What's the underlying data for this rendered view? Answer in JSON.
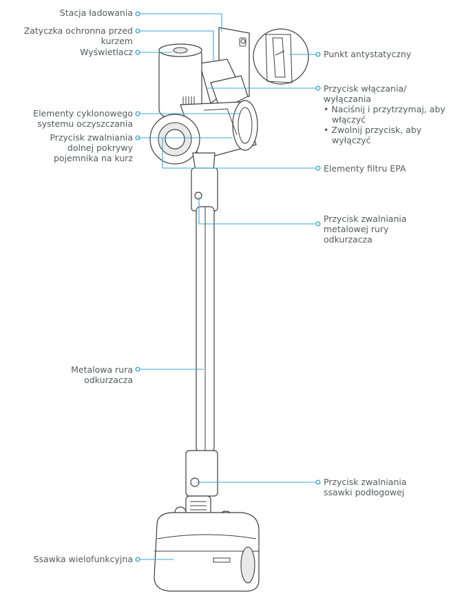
{
  "callouts": {
    "docking_station": [
      "Stacja ładowania"
    ],
    "dust_plug": [
      "Zatyczka ochronna przed",
      "kurzem"
    ],
    "display": [
      "Wyświetlacz"
    ],
    "cyclone": [
      "Elementy cyklonowego",
      "systemu oczyszczania"
    ],
    "dust_cup_release": [
      "Przycisk zwalniania",
      "dolnej pokrywy",
      "pojemnika na kurz"
    ],
    "antistatic": [
      "Punkt antystatyczny"
    ],
    "power_button": [
      "Przycisk włączania/",
      "wyłączania"
    ],
    "power_hold": [
      "• Naciśnij i przytrzymaj, aby",
      "włączyć"
    ],
    "power_release": [
      "• Zwolnij przycisk, aby",
      "wyłączyć"
    ],
    "hepa": [
      "Elementy filtru EPA"
    ],
    "tube_release": [
      "Przycisk zwalniania",
      "metalowej rury",
      "odkurzacza"
    ],
    "tube": [
      "Metalowa rura",
      "odkurzacza"
    ],
    "brush_release": [
      "Przycisk zwalniania",
      "ssawki podłogowej"
    ],
    "floor_brush": [
      "Ssawka wielofunkcyjna"
    ]
  },
  "colors": {
    "leader": "#3aa6d9",
    "outline": "#3c3c3c",
    "text": "#55595d"
  }
}
